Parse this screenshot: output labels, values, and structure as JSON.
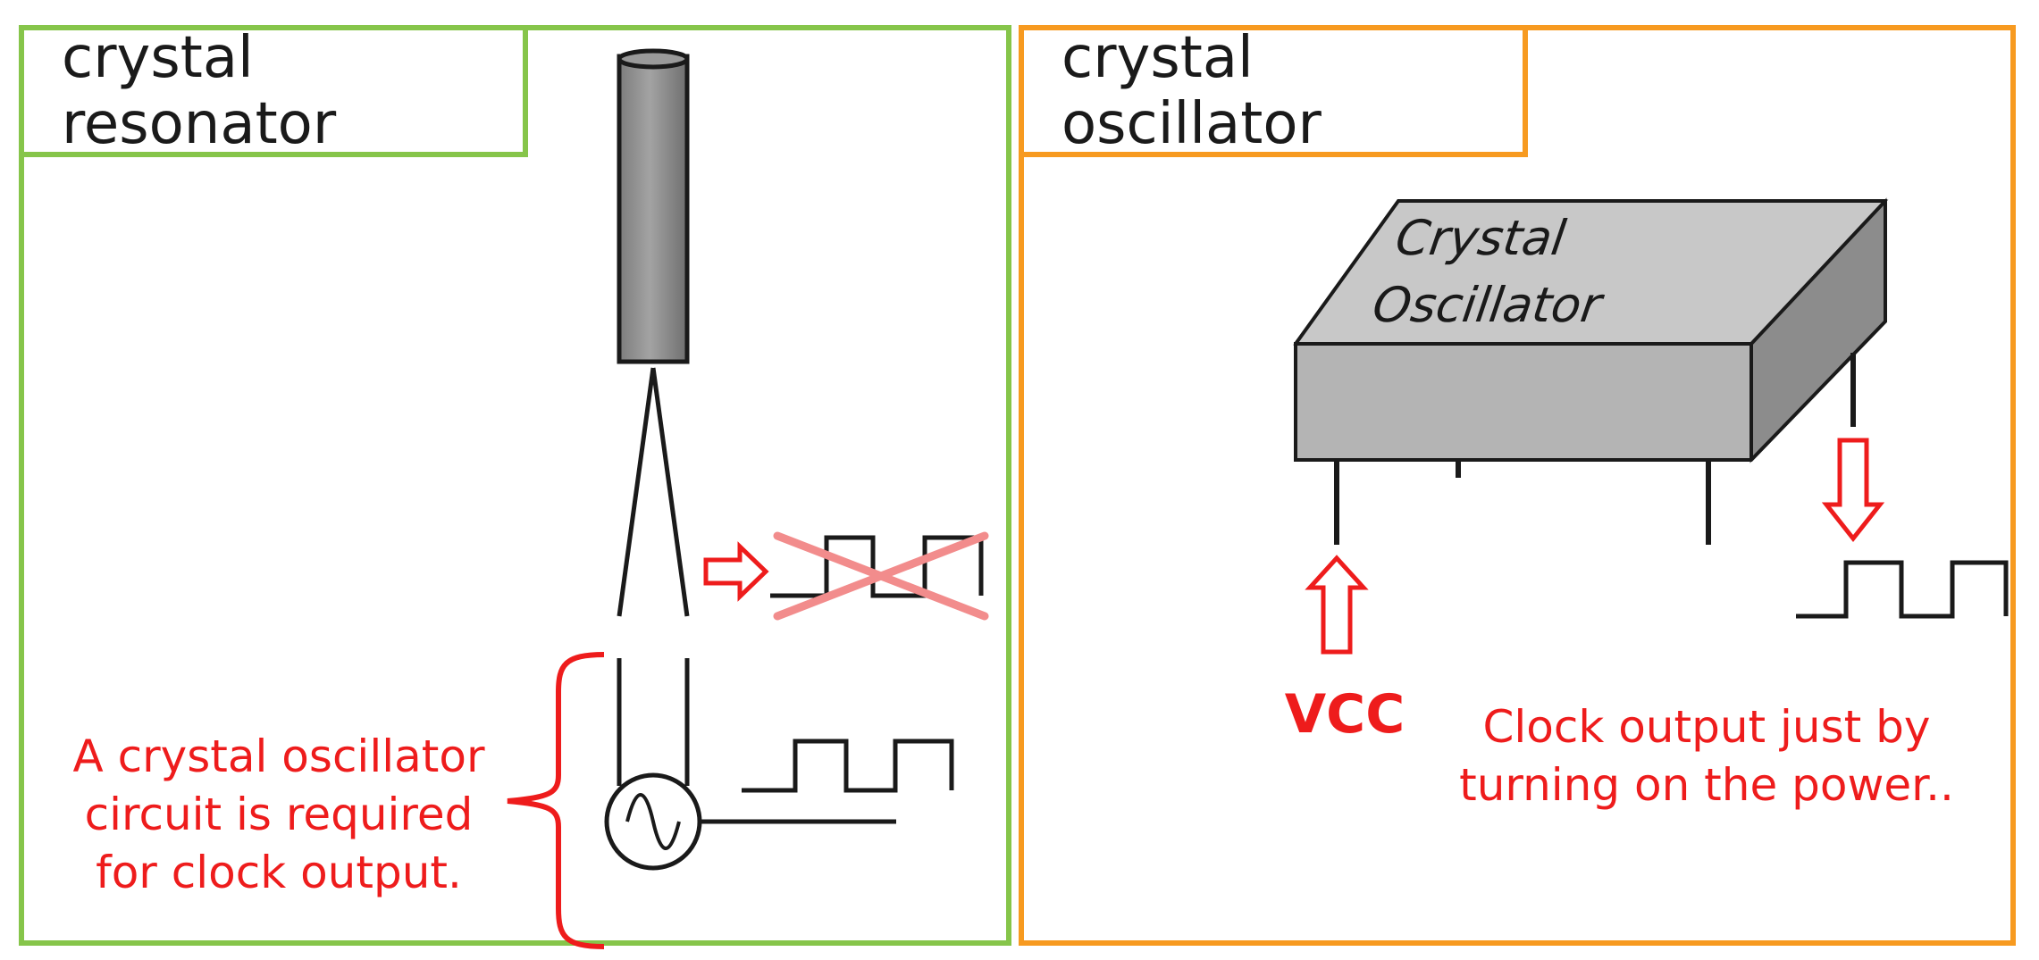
{
  "left_panel": {
    "title": "crystal resonator",
    "note_line1": "A crystal oscillator",
    "note_line2": "circuit is required",
    "note_line3": "for clock output."
  },
  "right_panel": {
    "title": "crystal oscillator",
    "chip_label_line1": "Crystal",
    "chip_label_line2": "Oscillator",
    "vcc_label": "VCC",
    "note_line1": "Clock output just by",
    "note_line2": "turning on the power.."
  },
  "colors": {
    "left_border": "#86c54a",
    "right_border": "#f79a20",
    "annotation_red": "#ee1c1c",
    "chip_gray": "#b4b4b4",
    "chip_shadow": "#8c8c8c"
  }
}
